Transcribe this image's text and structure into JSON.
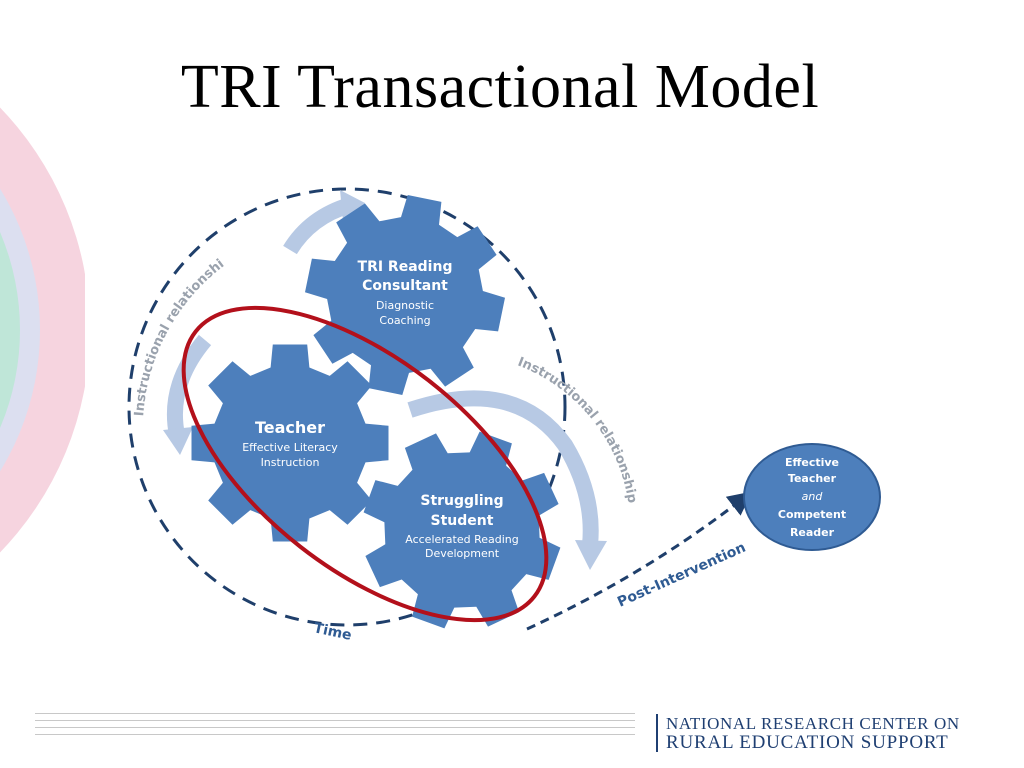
{
  "slide": {
    "title": "TRI Transactional  Model",
    "footer_logo_line1": "NATIONAL RESEARCH CENTER ON",
    "footer_logo_line2": "RURAL EDUCATION SUPPORT"
  },
  "diagram": {
    "gear_consultant": {
      "title1": "TRI Reading",
      "title2": "Consultant",
      "sub1": "Diagnostic",
      "sub2": "Coaching"
    },
    "gear_teacher": {
      "title1": "Teacher",
      "sub1": "Effective Literacy",
      "sub2": "Instruction"
    },
    "gear_student": {
      "title1": "Struggling",
      "title2": "Student",
      "sub1": "Accelerated Reading",
      "sub2": "Development"
    },
    "outcome": {
      "line1": "Effective",
      "line2": "Teacher",
      "line3": "and",
      "line4": "Competent",
      "line5": "Reader"
    },
    "label_relationship_left": "Instructional relationship",
    "label_relationship_right": "Instructional relationship",
    "label_time": "Time",
    "label_post": "Post-Intervention"
  },
  "colors": {
    "gear_fill": "#4d7fbc",
    "outcome_fill": "#4d7fbc",
    "arrow_fill": "#b7c9e4",
    "dash_stroke": "#1f3f6b",
    "ellipse_stroke": "#b3101b",
    "bg_pink": "#f6d4df",
    "bg_lavender": "#dcdff0",
    "bg_mint": "#bfe6d8"
  }
}
